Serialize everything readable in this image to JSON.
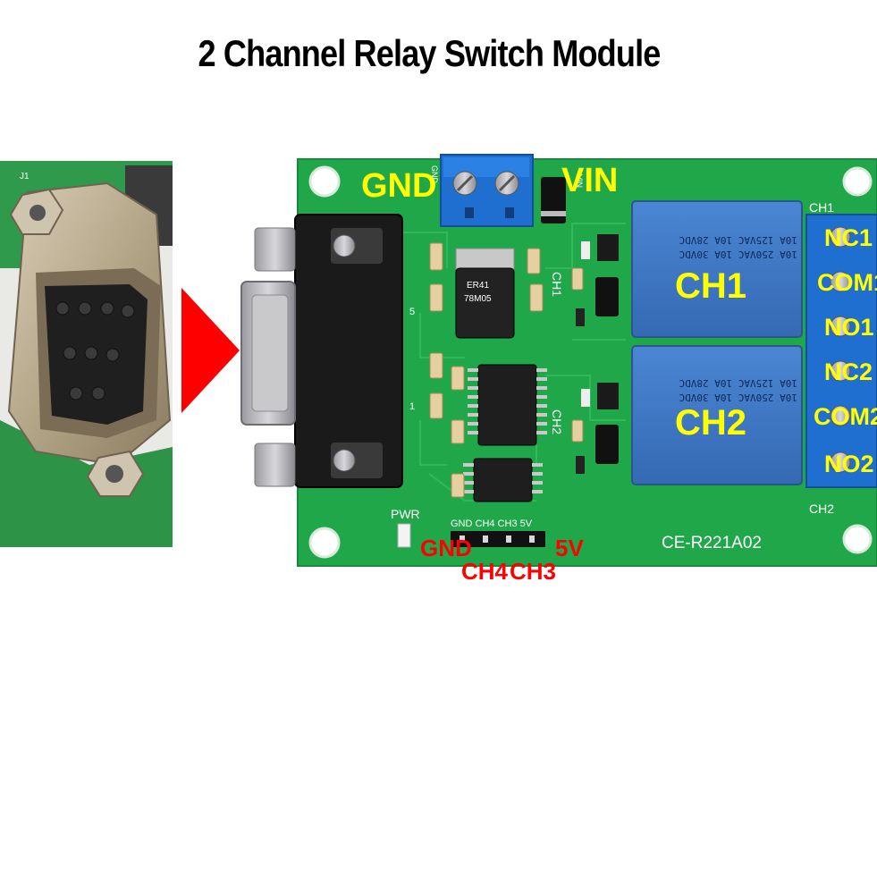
{
  "title": "2 Channel Relay Switch Module",
  "colors": {
    "pcb": "#1fa74a",
    "relay": "#3f79c8",
    "terminal": "#1f6fd1",
    "label_yellow": "#ffff00",
    "label_red": "#ff0000",
    "arrow": "#ff0000"
  },
  "inset": {
    "silk_j1": "J1"
  },
  "pcb": {
    "power_terminal": {
      "gnd_silk": "GND",
      "vin_silk": "VIN"
    },
    "callouts": {
      "gnd": "GND",
      "vin": "VIN"
    },
    "regulator": {
      "text1": "ER41",
      "text2": "78M05"
    },
    "silk_ch1_side": "CH1",
    "silk_ch2_side": "CH2",
    "silk_ch1_top": "CH1",
    "silk_ch2_bottom": "CH2",
    "db9_pin5": "5",
    "db9_pin1": "1",
    "relays": [
      {
        "label": "CH1",
        "rating_1": "10A 250VAC  10A 30VDC",
        "rating_2": "10A 125VAC  10A 28VDC"
      },
      {
        "label": "CH2",
        "rating_1": "10A 250VAC  10A 30VDC",
        "rating_2": "10A 125VAC  10A 28VDC"
      }
    ],
    "terminal_labels": [
      "NC1",
      "COM1",
      "NO1",
      "NC2",
      "COM2",
      "NO2"
    ],
    "pwr_silk": "PWR",
    "header_silk": "GND CH4 CH3 5V",
    "header_callouts": {
      "gnd": "GND",
      "ch4": "CH4",
      "ch3": "CH3",
      "v5": "5V"
    },
    "model": "CE-R221A02"
  }
}
